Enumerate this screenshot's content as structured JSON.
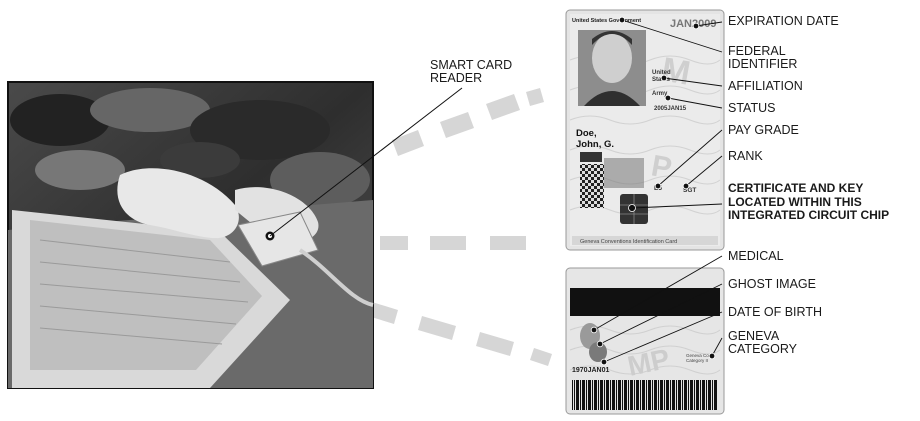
{
  "reader_label": [
    "SMART CARD",
    "READER"
  ],
  "front_card": {
    "header_text": "United States Government",
    "expiration_on_card": "JAN2009",
    "name_on_card": [
      "Doe,",
      "John, G."
    ],
    "issue_date_on_card": "2005JAN15",
    "affiliation_on_card": [
      "United",
      "States",
      "Army"
    ],
    "pay_grade_on_card": "E5",
    "rank_on_card": "SGT",
    "footer_text": "Geneva Conventions Identification Card"
  },
  "back_card": {
    "dob_on_card": "1970JAN01",
    "geneva_on_card": [
      "Geneva Conv.",
      "Category II"
    ]
  },
  "callouts_front": [
    {
      "id": "expiration-date",
      "lines": [
        "EXPIRATION DATE"
      ]
    },
    {
      "id": "federal-identifier",
      "lines": [
        "FEDERAL",
        "IDENTIFIER"
      ]
    },
    {
      "id": "affiliation",
      "lines": [
        "AFFILIATION"
      ]
    },
    {
      "id": "status",
      "lines": [
        "STATUS"
      ]
    },
    {
      "id": "pay-grade",
      "lines": [
        "PAY GRADE"
      ]
    },
    {
      "id": "rank",
      "lines": [
        "RANK"
      ]
    }
  ],
  "chip_callout": [
    "CERTIFICATE AND KEY",
    "LOCATED WITHIN THIS",
    "INTEGRATED CIRCUIT CHIP"
  ],
  "callouts_back": [
    {
      "id": "medical",
      "lines": [
        "MEDICAL"
      ]
    },
    {
      "id": "ghost-image",
      "lines": [
        "GHOST IMAGE"
      ]
    },
    {
      "id": "date-of-birth",
      "lines": [
        "DATE OF BIRTH"
      ]
    },
    {
      "id": "geneva-category",
      "lines": [
        "GENEVA",
        "CATEGORY"
      ]
    }
  ],
  "colors": {
    "ink": "#1a1a1a",
    "photo_dark": "#3a3a3a",
    "card_bg": "#e6e6e6",
    "connector": "#d4d4d4"
  }
}
